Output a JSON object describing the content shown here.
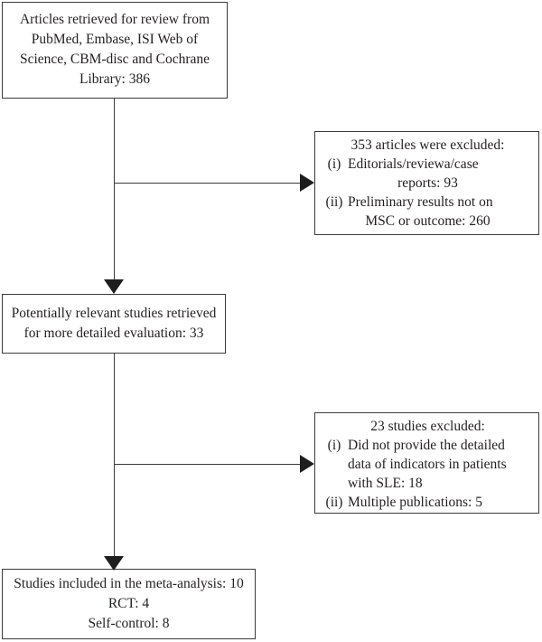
{
  "colors": {
    "line": "#3b3b3b",
    "border": "#3b3b3b",
    "arrow": "#1e1e1e",
    "text": "#231f20",
    "bg": "#ffffff"
  },
  "flowchart": {
    "retrieved": {
      "lines": [
        "Articles retrieved for review from",
        "PubMed, Embase, ISI Web of",
        "Science, CBM-disc and Cochrane",
        "Library: 386"
      ]
    },
    "excluded1": {
      "title": "353 articles were excluded:",
      "items": [
        {
          "marker": "(i)",
          "line1": "Editorials/reviewa/case",
          "line2": "reports: 93"
        },
        {
          "marker": "(ii)",
          "line1": "Preliminary results not on",
          "line2": "MSC or outcome: 260"
        }
      ]
    },
    "relevant": {
      "lines": [
        "Potentially relevant studies retrieved",
        "for more detailed evaluation: 33"
      ]
    },
    "excluded2": {
      "title": "23 studies excluded:",
      "items": [
        {
          "marker": "(i)",
          "lines": [
            "Did not provide the detailed",
            "data of indicators in patients",
            "with SLE: 18"
          ]
        },
        {
          "marker": "(ii)",
          "lines": [
            "Multiple publications: 5"
          ]
        }
      ]
    },
    "included": {
      "lines": [
        "Studies included in the meta-analysis: 10",
        "RCT: 4",
        "Self-control: 8"
      ]
    }
  }
}
